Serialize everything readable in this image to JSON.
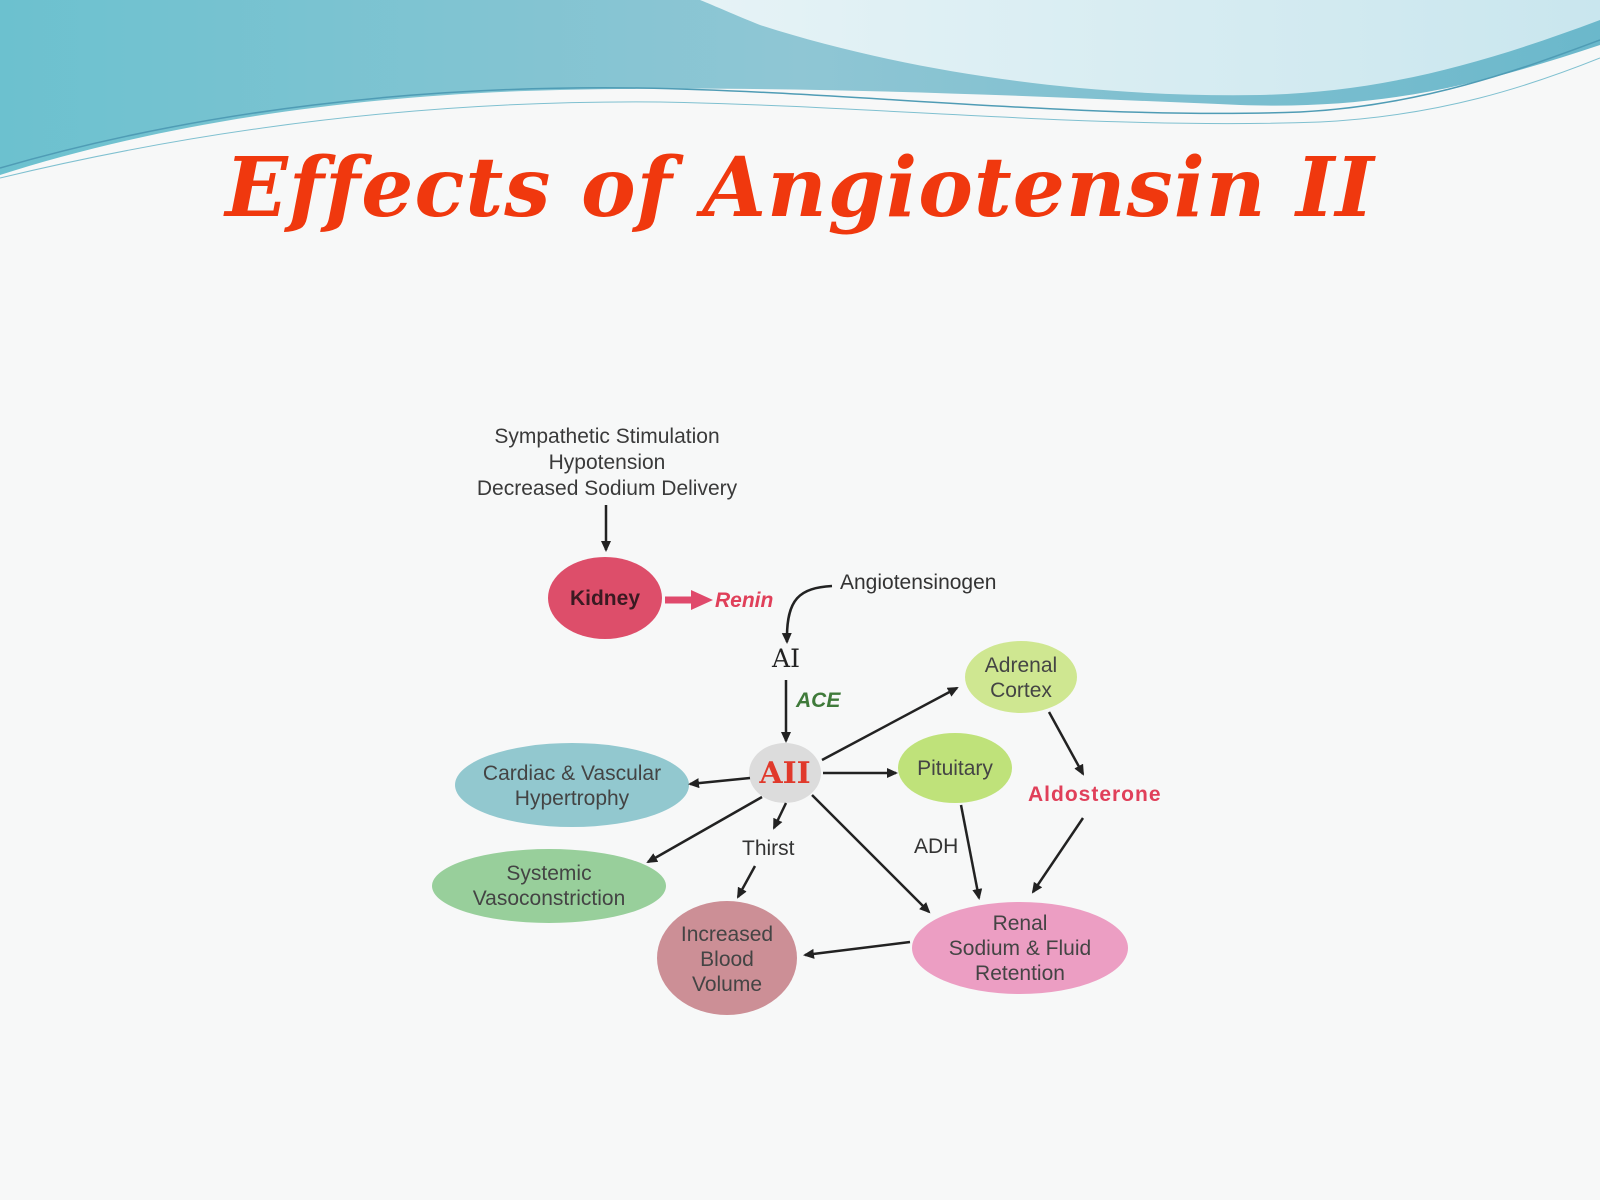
{
  "slide": {
    "title": "Effects of Angiotensin II"
  },
  "diagram": {
    "triggers": [
      "Sympathetic Stimulation",
      "Hypotension",
      "Decreased Sodium Delivery"
    ],
    "nodes": {
      "kidney": {
        "label": "Kidney",
        "color": "#dd4e6a"
      },
      "all": {
        "label": "AII",
        "color": "#dcdcdc",
        "text_color": "#e0392b"
      },
      "adrenal": {
        "lines": [
          "Adrenal",
          "Cortex"
        ],
        "color": "#cfe791"
      },
      "pituitary": {
        "lines": [
          "Pituitary"
        ],
        "color": "#bfe27a"
      },
      "cardiac": {
        "lines": [
          "Cardiac & Vascular",
          "Hypertrophy"
        ],
        "color": "#92c8cf"
      },
      "systemic": {
        "lines": [
          "Systemic",
          "Vasoconstriction"
        ],
        "color": "#98cf9b"
      },
      "blood": {
        "lines": [
          "Increased",
          "Blood",
          "Volume"
        ],
        "color": "#cc8f96"
      },
      "renal": {
        "lines": [
          "Renal",
          "Sodium & Fluid",
          "Retention"
        ],
        "color": "#ec9ec3"
      }
    },
    "labels": {
      "renin": "Renin",
      "angiotensinogen": "Angiotensinogen",
      "ai": "AI",
      "ace": "ACE",
      "aldosterone": "Aldosterone",
      "thirst": "Thirst",
      "adh": "ADH"
    },
    "colors": {
      "renin": "#e0405a",
      "ace": "#3f7a3a",
      "aldosterone": "#e0405a",
      "arrow": "#222222",
      "kidney_arrow": "#e04a6c"
    }
  }
}
